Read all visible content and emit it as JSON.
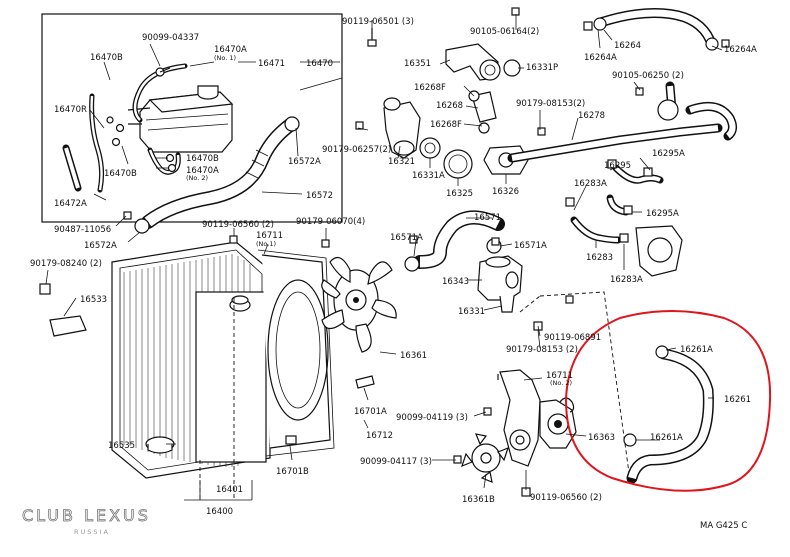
{
  "labels": [
    {
      "id": "l1",
      "text": "90119-06501 (3)"
    },
    {
      "id": "l2",
      "text": "90105-06164(2)"
    },
    {
      "id": "l3",
      "text": "16264"
    },
    {
      "id": "l4",
      "text": "16264A"
    },
    {
      "id": "l5",
      "text": "16264A"
    },
    {
      "id": "l6",
      "text": "90099-04337"
    },
    {
      "id": "l7",
      "text": "16470A"
    },
    {
      "id": "l8",
      "text": "(No. 1)"
    },
    {
      "id": "l9",
      "text": "16471"
    },
    {
      "id": "l10",
      "text": "16470"
    },
    {
      "id": "l11",
      "text": "16470B"
    },
    {
      "id": "l12",
      "text": "16351"
    },
    {
      "id": "l13",
      "text": "16331P"
    },
    {
      "id": "l14",
      "text": "90105-06250 (2)"
    },
    {
      "id": "l15",
      "text": "16268F"
    },
    {
      "id": "l16",
      "text": "16268"
    },
    {
      "id": "l17",
      "text": "16268F"
    },
    {
      "id": "l18",
      "text": "90179-08153(2)"
    },
    {
      "id": "l19",
      "text": "16278"
    },
    {
      "id": "l20",
      "text": "16470R"
    },
    {
      "id": "l21",
      "text": "16470B"
    },
    {
      "id": "l22",
      "text": "16470B"
    },
    {
      "id": "l23",
      "text": "16470A"
    },
    {
      "id": "l24",
      "text": "(No. 2)"
    },
    {
      "id": "l25",
      "text": "16472A"
    },
    {
      "id": "l26",
      "text": "16572A"
    },
    {
      "id": "l27",
      "text": "16572"
    },
    {
      "id": "l28",
      "text": "90179-06257(2)"
    },
    {
      "id": "l29",
      "text": "16321"
    },
    {
      "id": "l30",
      "text": "16331A"
    },
    {
      "id": "l31",
      "text": "16325"
    },
    {
      "id": "l32",
      "text": "16326"
    },
    {
      "id": "l33",
      "text": "16295A"
    },
    {
      "id": "l34",
      "text": "16295"
    },
    {
      "id": "l35",
      "text": "16283A"
    },
    {
      "id": "l36",
      "text": "16295A"
    },
    {
      "id": "l37",
      "text": "90487-11056"
    },
    {
      "id": "l38",
      "text": "16572A"
    },
    {
      "id": "l39",
      "text": "90119-06560 (2)"
    },
    {
      "id": "l40",
      "text": "16711"
    },
    {
      "id": "l41",
      "text": "(No.1)"
    },
    {
      "id": "l42",
      "text": "90179-06070(4)"
    },
    {
      "id": "l43",
      "text": "16571"
    },
    {
      "id": "l44",
      "text": "16571A"
    },
    {
      "id": "l45",
      "text": "16571A"
    },
    {
      "id": "l46",
      "text": "16283"
    },
    {
      "id": "l47",
      "text": "16283A"
    },
    {
      "id": "l48",
      "text": "90179-08240 (2)"
    },
    {
      "id": "l49",
      "text": "16533"
    },
    {
      "id": "l50",
      "text": "16343"
    },
    {
      "id": "l51",
      "text": "16331"
    },
    {
      "id": "l52",
      "text": "90119-06891"
    },
    {
      "id": "l53",
      "text": "90179-08153 (2)"
    },
    {
      "id": "l54",
      "text": "16261A"
    },
    {
      "id": "l55",
      "text": "16361"
    },
    {
      "id": "l56",
      "text": "16711"
    },
    {
      "id": "l57",
      "text": "(No. 2)"
    },
    {
      "id": "l58",
      "text": "16261"
    },
    {
      "id": "l59",
      "text": "16701A"
    },
    {
      "id": "l60",
      "text": "90099-04119 (3)"
    },
    {
      "id": "l61",
      "text": "16712"
    },
    {
      "id": "l62",
      "text": "16363"
    },
    {
      "id": "l63",
      "text": "16261A"
    },
    {
      "id": "l64",
      "text": "16535"
    },
    {
      "id": "l65",
      "text": "16701B"
    },
    {
      "id": "l66",
      "text": "90099-04117 (3)"
    },
    {
      "id": "l67",
      "text": "16401"
    },
    {
      "id": "l68",
      "text": "16361B"
    },
    {
      "id": "l69",
      "text": "90119-06560 (2)"
    },
    {
      "id": "l70",
      "text": "16400"
    },
    {
      "id": "l71",
      "text": "MA G425 C"
    }
  ],
  "watermark": {
    "title": "CLUB LEXUS",
    "subtitle": "RUSSIA"
  },
  "highlight_color": "#e0141b"
}
